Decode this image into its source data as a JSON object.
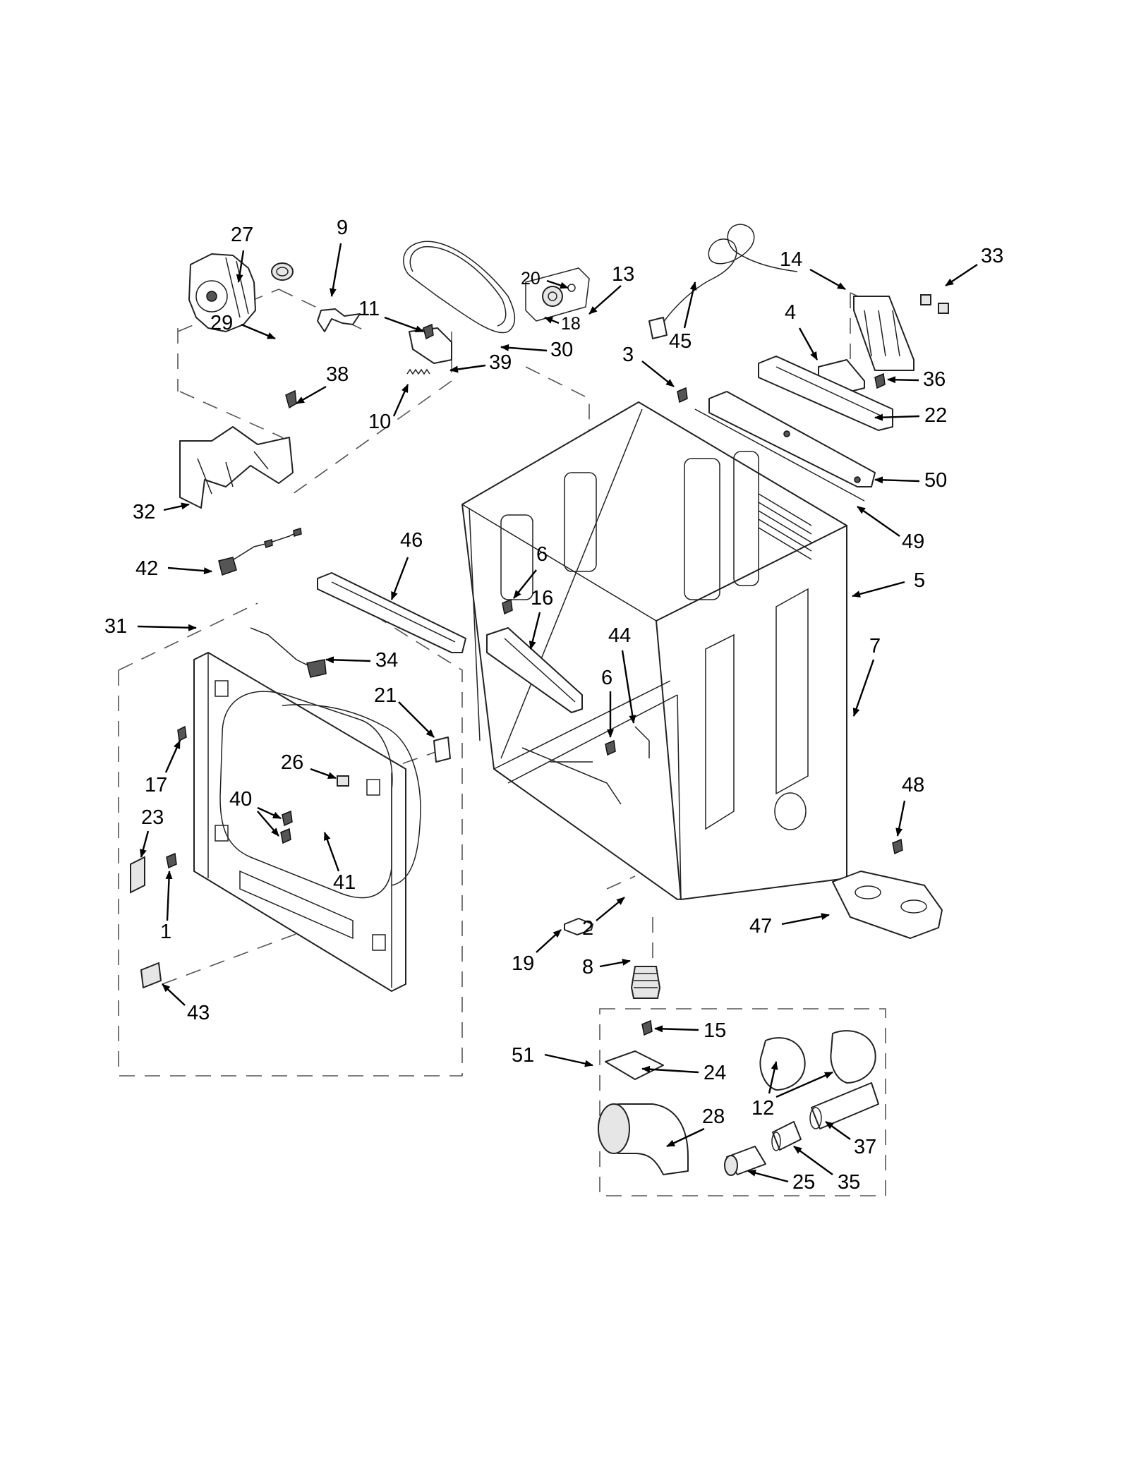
{
  "callouts": [
    {
      "id": "c27",
      "label": "27"
    },
    {
      "id": "c9",
      "label": "9"
    },
    {
      "id": "c20",
      "label": "20"
    },
    {
      "id": "c13",
      "label": "13"
    },
    {
      "id": "c29",
      "label": "29"
    },
    {
      "id": "c11",
      "label": "11"
    },
    {
      "id": "c18",
      "label": "18"
    },
    {
      "id": "c30",
      "label": "30"
    },
    {
      "id": "c39",
      "label": "39"
    },
    {
      "id": "c38",
      "label": "38"
    },
    {
      "id": "c10",
      "label": "10"
    },
    {
      "id": "c32",
      "label": "32"
    },
    {
      "id": "c45",
      "label": "45"
    },
    {
      "id": "c3",
      "label": "3"
    },
    {
      "id": "c14",
      "label": "14"
    },
    {
      "id": "c33",
      "label": "33"
    },
    {
      "id": "c4",
      "label": "4"
    },
    {
      "id": "c36",
      "label": "36"
    },
    {
      "id": "c22",
      "label": "22"
    },
    {
      "id": "c50",
      "label": "50"
    },
    {
      "id": "c49",
      "label": "49"
    },
    {
      "id": "c42",
      "label": "42"
    },
    {
      "id": "c46",
      "label": "46"
    },
    {
      "id": "c6a",
      "label": "6"
    },
    {
      "id": "c16",
      "label": "16"
    },
    {
      "id": "c31",
      "label": "31"
    },
    {
      "id": "c34",
      "label": "34"
    },
    {
      "id": "c5",
      "label": "5"
    },
    {
      "id": "c44",
      "label": "44"
    },
    {
      "id": "c7",
      "label": "7"
    },
    {
      "id": "c21",
      "label": "21"
    },
    {
      "id": "c6b",
      "label": "6"
    },
    {
      "id": "c17",
      "label": "17"
    },
    {
      "id": "c26",
      "label": "26"
    },
    {
      "id": "c40",
      "label": "40"
    },
    {
      "id": "c23",
      "label": "23"
    },
    {
      "id": "c41",
      "label": "41"
    },
    {
      "id": "c48",
      "label": "48"
    },
    {
      "id": "c1",
      "label": "1"
    },
    {
      "id": "c2",
      "label": "2"
    },
    {
      "id": "c47",
      "label": "47"
    },
    {
      "id": "c19",
      "label": "19"
    },
    {
      "id": "c8",
      "label": "8"
    },
    {
      "id": "c43",
      "label": "43"
    },
    {
      "id": "c15",
      "label": "15"
    },
    {
      "id": "c51",
      "label": "51"
    },
    {
      "id": "c24",
      "label": "24"
    },
    {
      "id": "c12",
      "label": "12"
    },
    {
      "id": "c28",
      "label": "28"
    },
    {
      "id": "c37",
      "label": "37"
    },
    {
      "id": "c25",
      "label": "25"
    },
    {
      "id": "c35",
      "label": "35"
    }
  ]
}
